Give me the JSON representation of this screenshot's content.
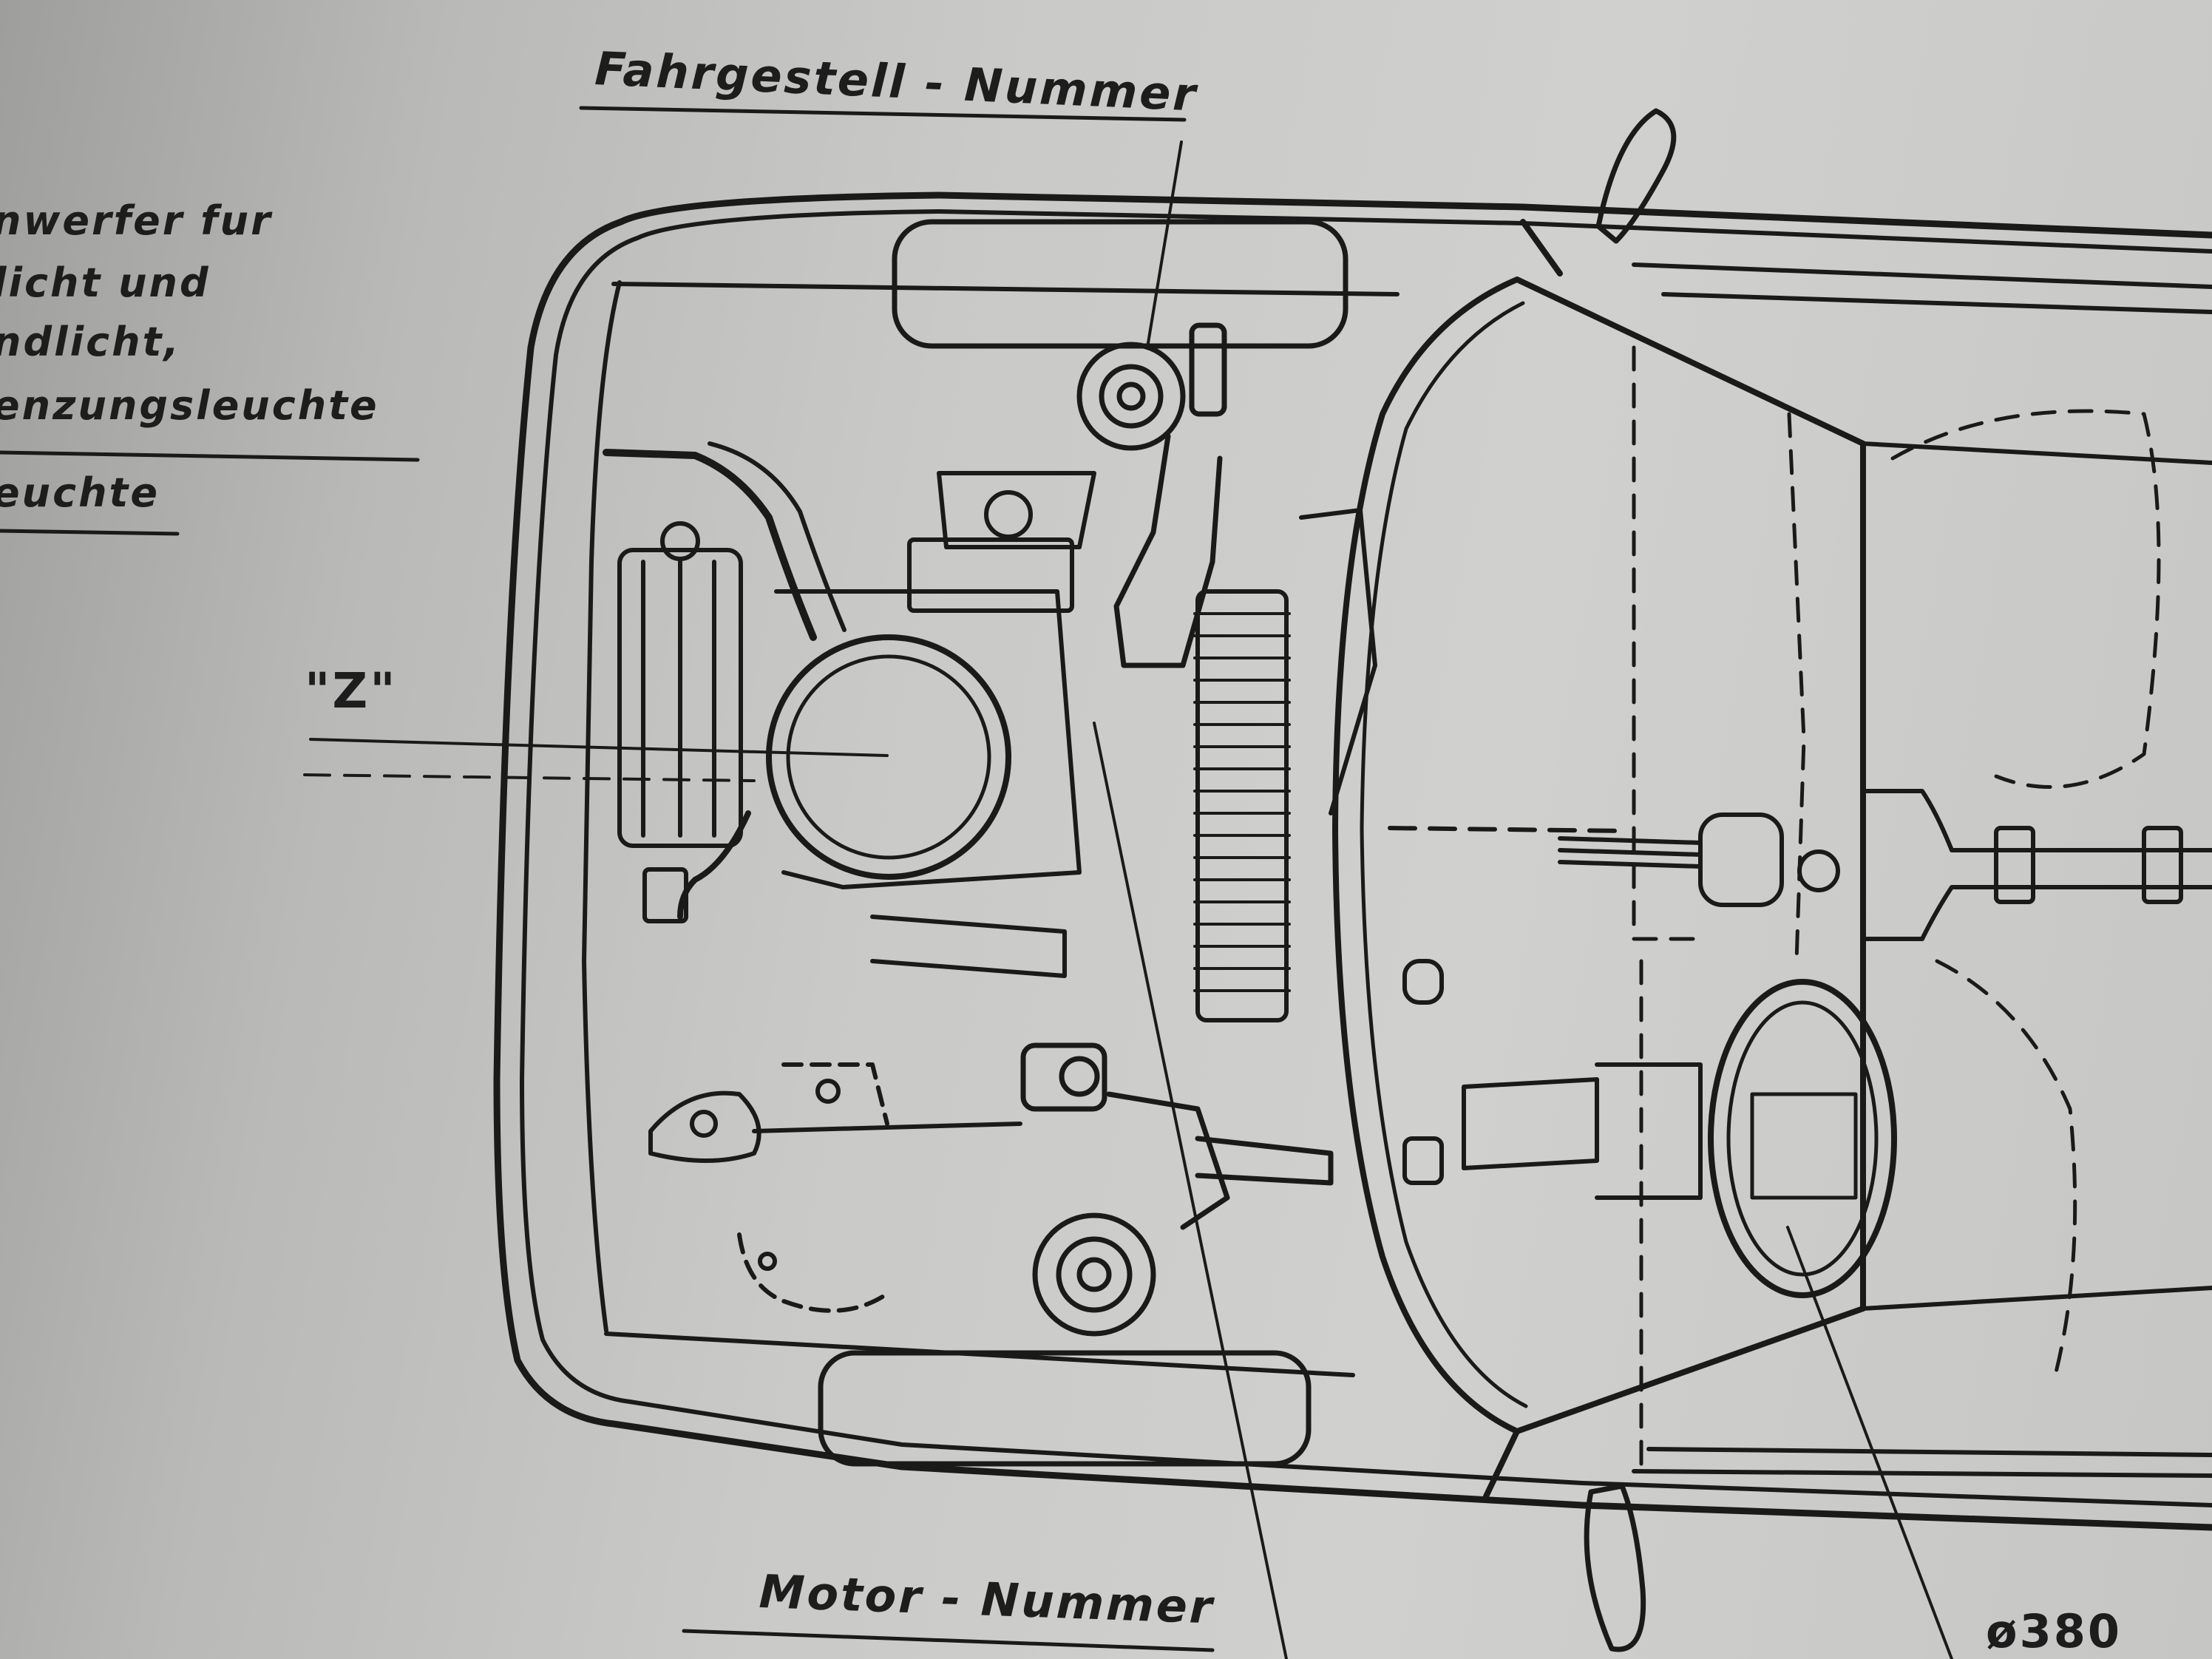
{
  "figure": {
    "legend_lines": [
      "nwerfer fur",
      "licht und",
      "ndlicht,",
      "enzungsleuchte",
      "euchte"
    ],
    "labels": {
      "chassis_number": "Fahrgestell - Nummer",
      "engine_number": "Motor - Nummer",
      "view_marker": "\"Z\"",
      "diameter": "ø380"
    }
  }
}
